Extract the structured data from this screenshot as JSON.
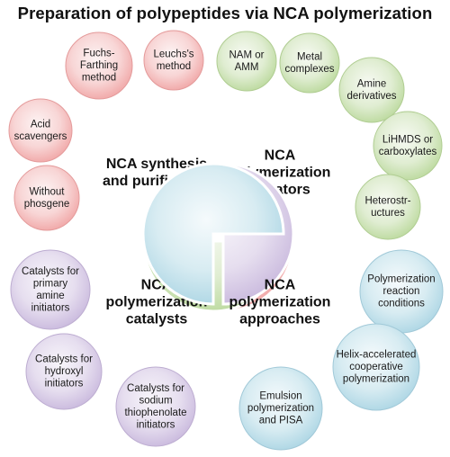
{
  "title": "Preparation of polypeptides via NCA polymerization",
  "colors": {
    "synthesis": "#f0a3a3",
    "initiators": "#b9d89a",
    "catalysts": "#c7b6dc",
    "approaches": "#a9d4e3"
  },
  "quadrants": [
    {
      "id": "synthesis",
      "label": [
        "NCA synthesis",
        "and purification"
      ],
      "items": [
        [
          "Fuchs-",
          "Farthing",
          "method"
        ],
        [
          "Leuchs's",
          "method"
        ],
        [
          "Acid",
          "scavengers"
        ],
        [
          "Without",
          "phosgene"
        ]
      ]
    },
    {
      "id": "initiators",
      "label": [
        "NCA",
        "polymerization",
        "Initiators"
      ],
      "items": [
        [
          "NAM or",
          "AMM"
        ],
        [
          "Metal",
          "complexes"
        ],
        [
          "Amine",
          "derivatives"
        ],
        [
          "LiHMDS or",
          "carboxylates"
        ],
        [
          "Heterostr-",
          "uctures"
        ]
      ]
    },
    {
      "id": "catalysts",
      "label": [
        "NCA",
        "polymerization",
        "catalysts"
      ],
      "items": [
        [
          "Catalysts for",
          "primary",
          "amine",
          "initiators"
        ],
        [
          "Catalysts for",
          "hydroxyl",
          "initiators"
        ],
        [
          "Catalysts for",
          "sodium",
          "thiophenolate",
          "initiators"
        ]
      ]
    },
    {
      "id": "approaches",
      "label": [
        "NCA",
        "polymerization",
        "approaches"
      ],
      "items": [
        [
          "Polymerization",
          "reaction",
          "conditions"
        ],
        [
          "Helix-accelerated",
          "cooperative",
          "polymerization"
        ],
        [
          "Emulsion",
          "polymerization",
          "and PISA"
        ]
      ]
    }
  ]
}
